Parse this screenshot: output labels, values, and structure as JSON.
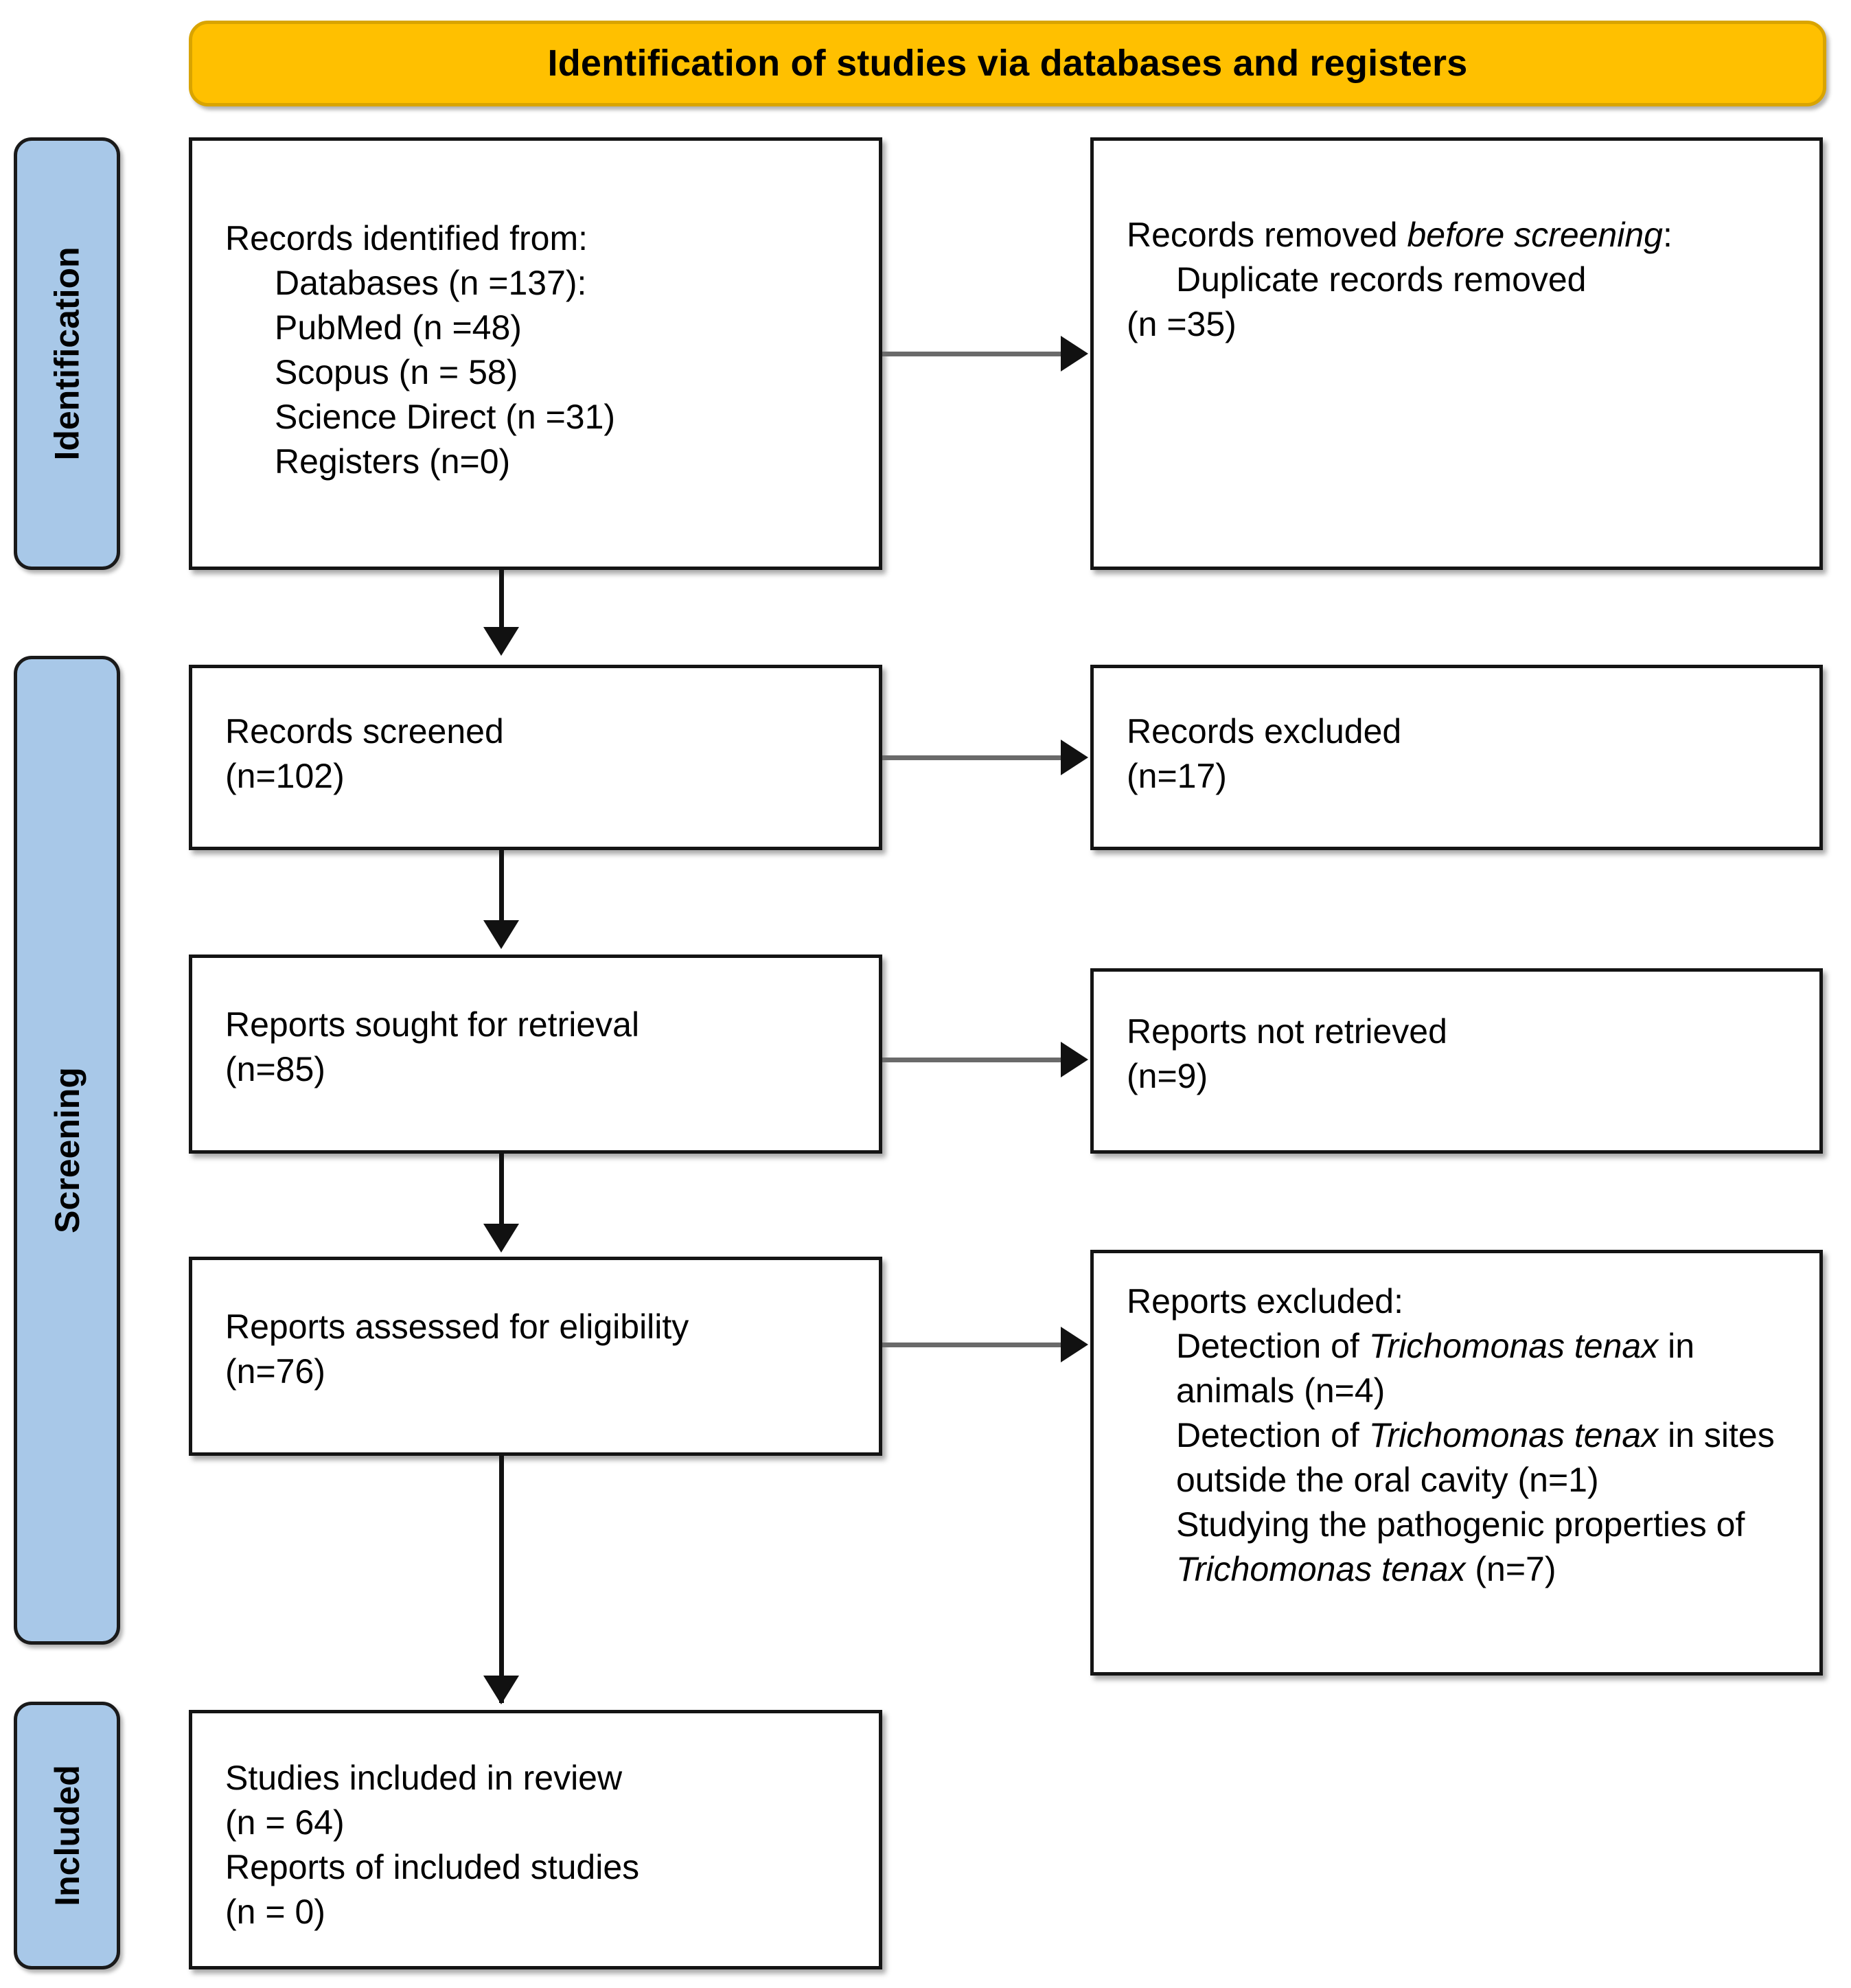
{
  "banner": {
    "title": "Identification of studies via databases and registers",
    "color": "#FFC000"
  },
  "phases": [
    {
      "id": "identification",
      "label": "Identification",
      "color": "#A8C8E8"
    },
    {
      "id": "screening",
      "label": "Screening",
      "color": "#A8C8E8"
    },
    {
      "id": "included",
      "label": "Included",
      "color": "#A8C8E8"
    }
  ],
  "nodes": {
    "records_identified": {
      "heading": "Records identified from:",
      "items": [
        "Databases (n =137):",
        "PubMed (n =48)",
        "Scopus (n = 58)",
        "Science Direct (n =31)",
        "Registers (n=0)"
      ]
    },
    "records_removed": {
      "heading_plain": "Records removed ",
      "heading_italic": "before screening",
      "heading_tail": ":",
      "items": [
        "Duplicate records removed",
        "(n =35)"
      ]
    },
    "records_screened": {
      "line1": "Records screened",
      "line2": "(n=102)"
    },
    "records_excluded": {
      "line1": "Records excluded",
      "line2": "(n=17)"
    },
    "reports_sought": {
      "line1": "Reports sought for retrieval",
      "line2": "(n=85)"
    },
    "reports_not_retrieved": {
      "line1": "Reports not retrieved",
      "line2": "(n=9)"
    },
    "reports_assessed": {
      "line1": "Reports assessed for eligibility",
      "line2": "(n=76)"
    },
    "reports_excluded": {
      "heading": "Reports excluded:",
      "reasons": [
        {
          "pre": "Detection of ",
          "italic": "Trichomonas tenax",
          "post": " in animals (n=4)"
        },
        {
          "pre": "Detection of ",
          "italic": "Trichomonas tenax",
          "post": " in sites outside the oral cavity (n=1)"
        },
        {
          "pre": "Studying the pathogenic properties of ",
          "italic": "Trichomonas tenax",
          "post": " (n=7)"
        }
      ]
    },
    "studies_included": {
      "line1": "Studies included in review",
      "line2": "(n = 64)",
      "line3": "Reports of included studies",
      "line4": "(n = 0)"
    }
  },
  "connectors": [
    {
      "id": "identified-to-removed",
      "type": "arrow-right"
    },
    {
      "id": "identified-to-screened",
      "type": "arrow-down"
    },
    {
      "id": "screened-to-excluded",
      "type": "arrow-right"
    },
    {
      "id": "screened-to-sought",
      "type": "arrow-down"
    },
    {
      "id": "sought-to-not-retrieved",
      "type": "arrow-right"
    },
    {
      "id": "sought-to-assessed",
      "type": "arrow-down"
    },
    {
      "id": "assessed-to-excluded",
      "type": "arrow-right"
    },
    {
      "id": "assessed-to-included",
      "type": "arrow-down"
    }
  ]
}
